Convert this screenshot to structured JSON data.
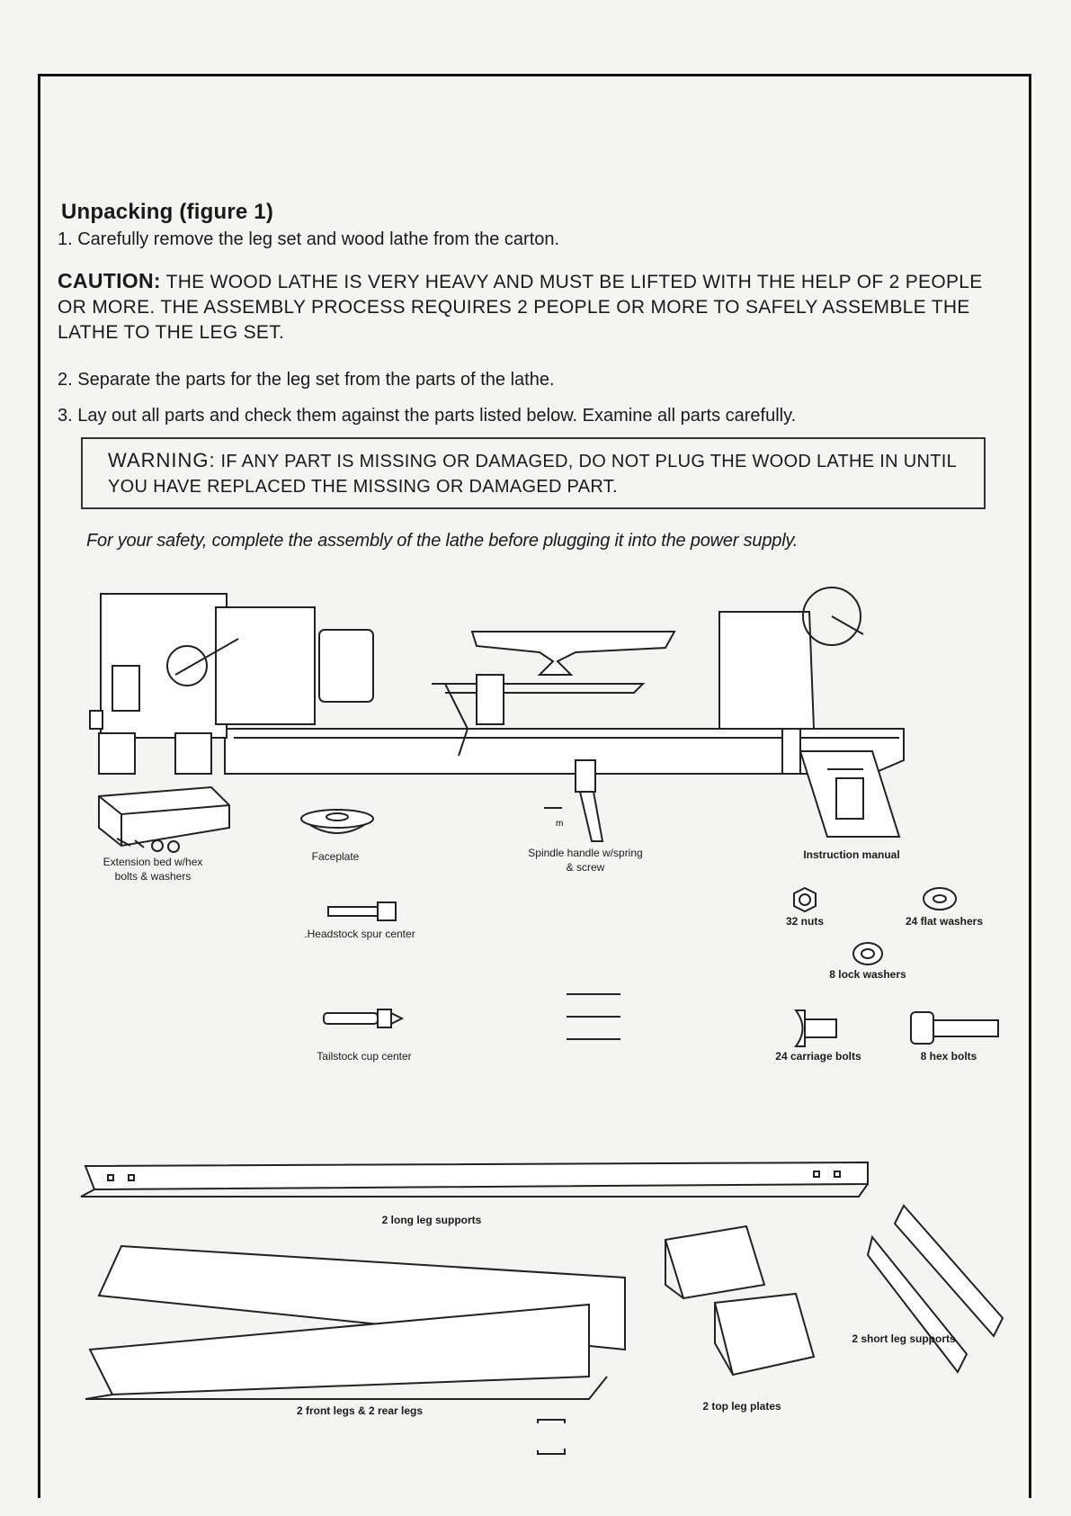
{
  "section": {
    "heading": "Unpacking (figure 1)",
    "step1": "1. Carefully remove the leg set and wood lathe from the carton.",
    "caution_label": "CAUTION:",
    "caution_text": "THE WOOD LATHE IS VERY HEAVY AND MUST BE LIFTED WITH THE HELP OF 2 PEOPLE OR MORE. THE ASSEMBLY PROCESS REQUIRES 2 PEOPLE OR MORE TO SAFELY ASSEMBLE THE LATHE TO THE LEG SET.",
    "step2": "2. Separate the parts for the leg set from the parts of the lathe.",
    "step3": "3. Lay out all parts and check them against the parts listed below. Examine all parts carefully.",
    "warning_label": "WARNING:",
    "warning_text": "IF ANY PART IS MISSING OR DAMAGED, DO NOT PLUG THE WOOD LATHE IN UNTIL YOU HAVE REPLACED THE MISSING OR DAMAGED PART.",
    "safety_note": "For your safety, complete the assembly of the lathe before plugging it into the power supply."
  },
  "parts": {
    "extension_bed": "Extension bed w/hex bolts & washers",
    "faceplate": "Faceplate",
    "spindle_handle": "Spindle handle w/spring & screw",
    "instruction_manual": "Instruction manual",
    "nuts": "32 nuts",
    "flat_washers": "24 flat washers",
    "headstock_spur": ".Headstock spur center",
    "lock_washers": "8 lock washers",
    "tailstock_cup": "Tailstock cup center",
    "carriage_bolts": "24 carriage bolts",
    "hex_bolts": "8 hex bolts",
    "long_leg_supports": "2 long leg supports",
    "front_rear_legs": "2 front legs & 2 rear legs",
    "top_leg_plates": "2 top leg plates",
    "short_leg_supports": "2 short leg supports"
  }
}
